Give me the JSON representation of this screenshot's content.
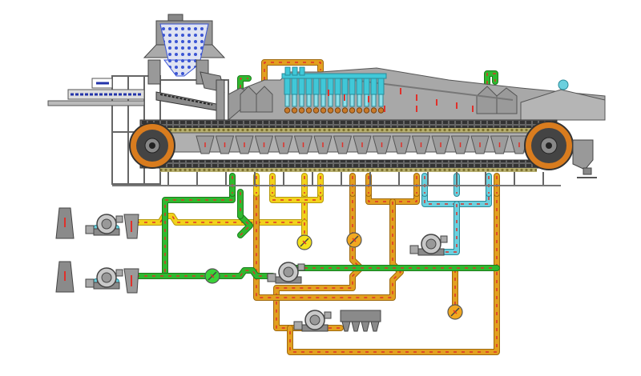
{
  "diagram": {
    "subject": "",
    "colors": {
      "background": "#ffffff",
      "machine_body": "#a8a8a8",
      "machine_dark": "#7a7a7a",
      "machine_outline": "#555555",
      "chain": "#444444",
      "sprocket": "#d97c1e",
      "duct_green": "#2fb82f",
      "duct_green_dark": "#1d7d1d",
      "duct_yellow": "#f2d21c",
      "duct_orange": "#e2a020",
      "duct_cyan": "#6bd0de",
      "flow_arrow": "#e0302a",
      "valve_yellow": "#f4e21c",
      "valve_orange": "#f1a820",
      "valve_green": "#39d239",
      "burner_cyan": "#40c8d8",
      "pellet_brown": "#c97a2b",
      "hood_blue": "#3b55d4"
    },
    "icons": [
      "feed-hopper-icon",
      "conveyor-icon",
      "sprocket-icon",
      "fan-icon",
      "stack-icon",
      "valve-icon",
      "burner-icon",
      "dust-collector-icon"
    ],
    "valves": [
      {
        "id": "valve-1",
        "color": "valve_yellow"
      },
      {
        "id": "valve-2",
        "color": "valve_orange"
      },
      {
        "id": "valve-3",
        "color": "valve_green"
      },
      {
        "id": "valve-4",
        "color": "valve_orange"
      }
    ],
    "fans": [
      {
        "id": "fan-1"
      },
      {
        "id": "fan-2"
      },
      {
        "id": "fan-3"
      },
      {
        "id": "fan-4"
      },
      {
        "id": "fan-5"
      }
    ]
  }
}
